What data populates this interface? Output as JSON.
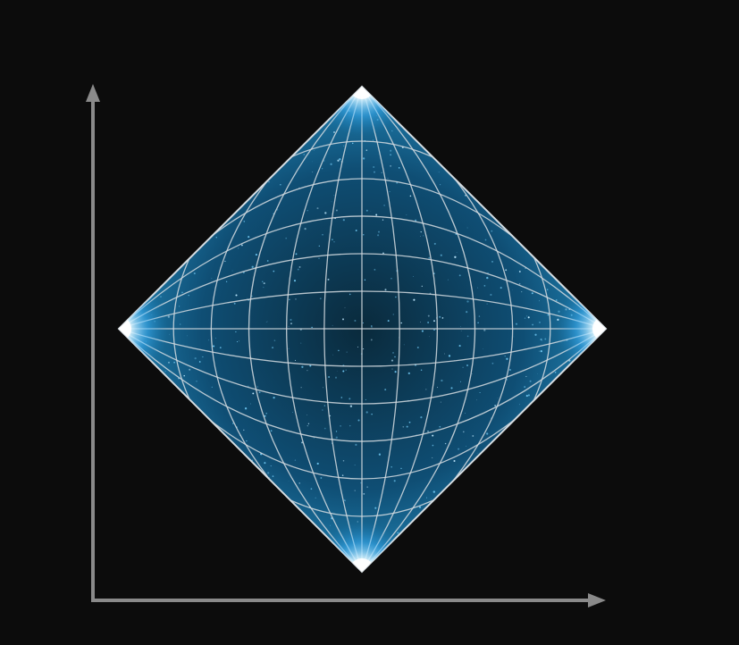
{
  "diagram": {
    "kind": "penrose-diagram",
    "background_color": "#0c0c0c",
    "axis_color": "#8a8a8a",
    "grid_color": "#d6dde2",
    "fill_colors": {
      "deep": "#0a2a3c",
      "mid": "#0f4e74",
      "bright": "#2a9fd6",
      "glow": "#ffffff"
    },
    "vertical_axis": {
      "label": ""
    },
    "horizontal_axis": {
      "label": ""
    },
    "glowing_corners": [
      "top",
      "right",
      "bottom",
      "left"
    ],
    "grid": {
      "time_lines": 11,
      "space_lines": 11
    }
  }
}
